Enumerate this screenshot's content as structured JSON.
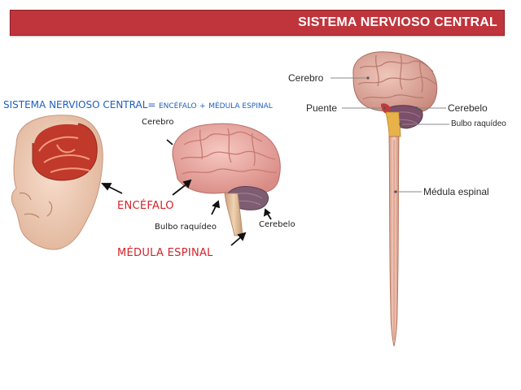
{
  "header": {
    "title": "SISTEMA NERVIOSO CENTRAL"
  },
  "left_diagram": {
    "formula": {
      "term": "SISTEMA NERVIOSO CENTRAL",
      "equals": "=",
      "part1": "ENCÉFALO",
      "plus": "+",
      "part2": "MÉDULA ESPINAL"
    },
    "labels": {
      "cerebro": "Cerebro",
      "encefalo": "ENCÉFALO",
      "bulbo": "Bulbo raquídeo",
      "cerebelo": "Cerebelo",
      "medula": "MÉDULA ESPINAL"
    },
    "colors": {
      "formula": "#1f5fbf",
      "highlight": "#d2232a"
    }
  },
  "right_diagram": {
    "labels": {
      "cerebro": "Cerebro",
      "puente": "Puente",
      "cerebelo": "Cerebelo",
      "bulbo": "Bulbo raquídeo",
      "medula": "Médula espinal"
    }
  }
}
